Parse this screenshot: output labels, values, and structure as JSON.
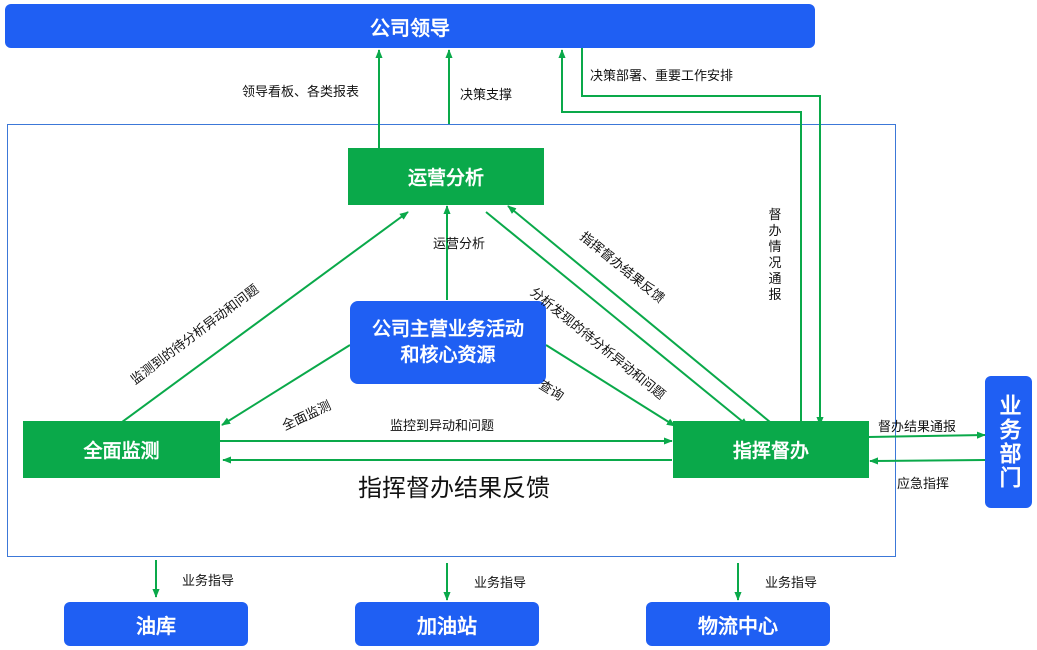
{
  "nodes": {
    "leadership": "公司领导",
    "analysis": "运营分析",
    "core": "公司主营业务活动和核心资源",
    "monitor": "全面监测",
    "command": "指挥督办",
    "business_dept": "业务部门",
    "oil_depot": "油库",
    "gas_station": "加油站",
    "logistics": "物流中心"
  },
  "edge_labels": {
    "dashboard": "领导看板、各类报表",
    "decision_support": "决策支撑",
    "decision_deploy": "决策部署、重要工作安排",
    "supervise_report": "督办情况通报",
    "analysis_core": "运营分析",
    "monitor_to_analysis": "监测到的待分析异动和问题",
    "command_to_analysis": "指挥督办结果反馈",
    "analysis_to_command": "分析发现的待分析异动和问题",
    "core_monitor": "全面监测",
    "core_query": "查询",
    "monitor_to_command": "监控到异动和问题",
    "command_to_monitor": "指挥督办结果反馈",
    "result_report": "督办结果通报",
    "emergency": "应急指挥",
    "guide_1": "业务指导",
    "guide_2": "业务指导",
    "guide_3": "业务指导"
  },
  "colors": {
    "node_blue": "#1f5ff3",
    "node_green": "#0aa94a",
    "arrow_green": "#0aa94a",
    "frame_blue": "#3c78d8"
  }
}
